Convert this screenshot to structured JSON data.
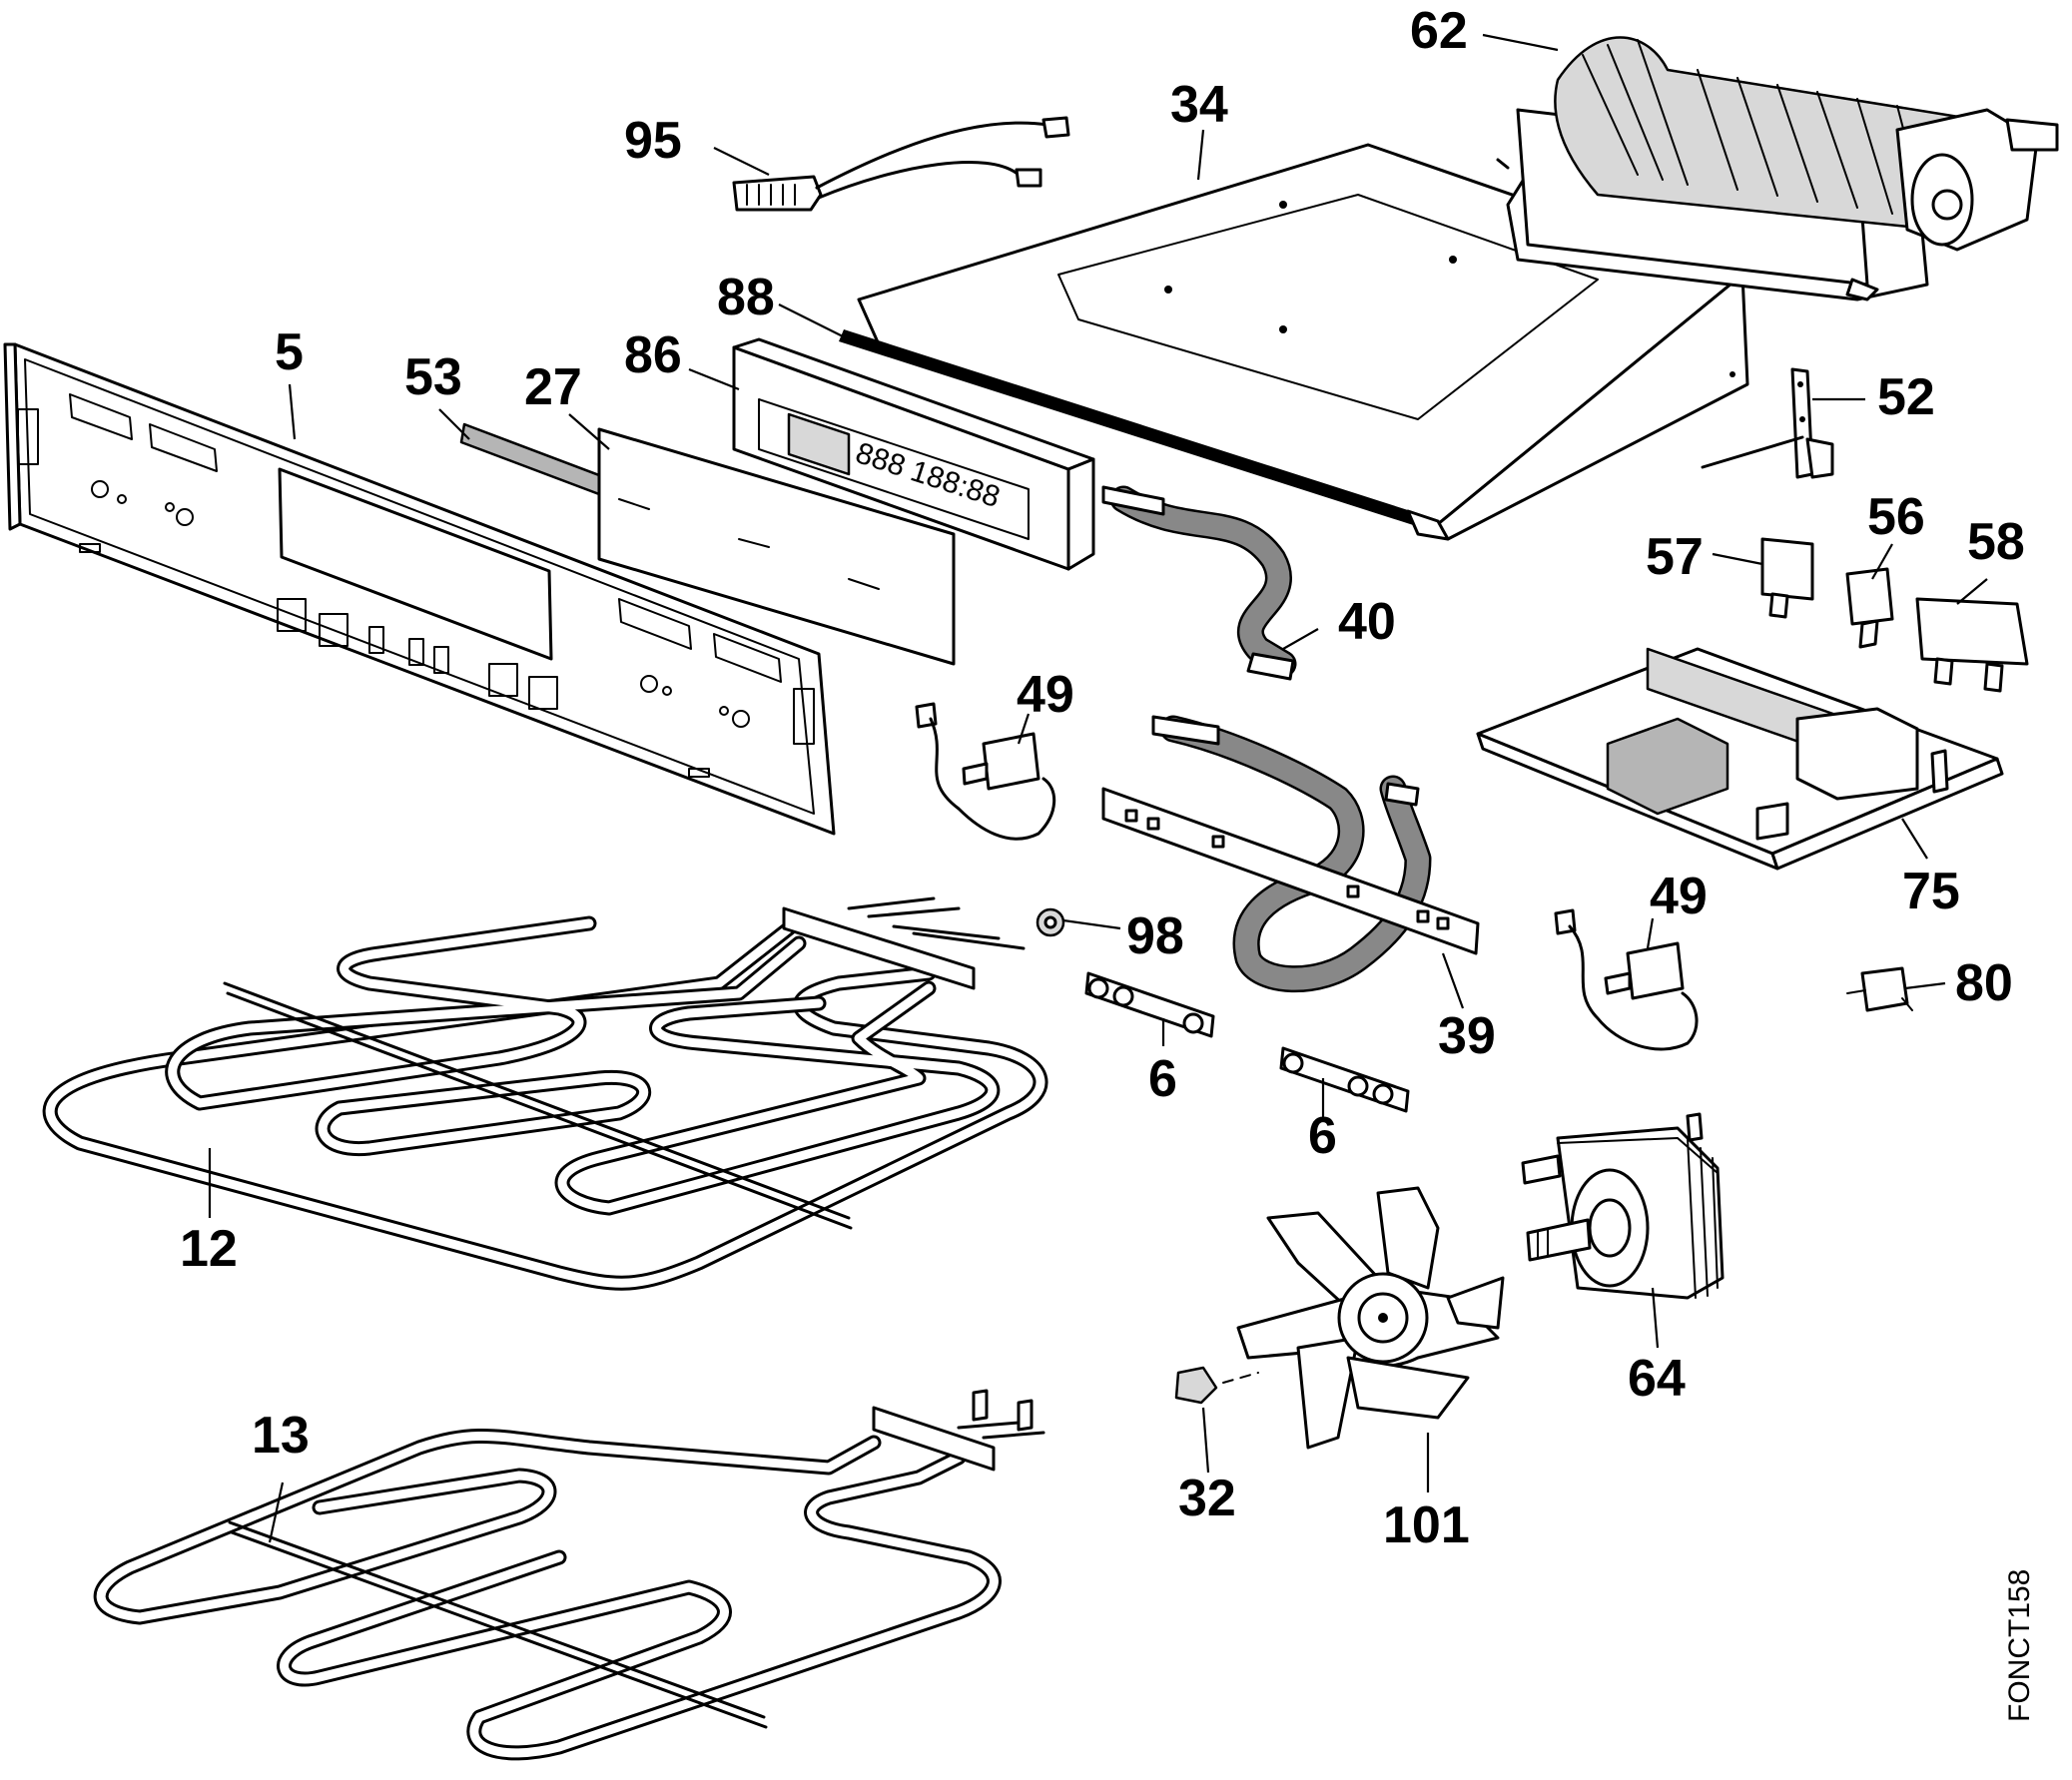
{
  "labels": {
    "l95": "95",
    "l62": "62",
    "l34": "34",
    "l88": "88",
    "l5": "5",
    "l53": "53",
    "l27": "27",
    "l86": "86",
    "l52": "52",
    "l57": "57",
    "l56": "56",
    "l58": "58",
    "l40": "40",
    "l49a": "49",
    "l49b": "49",
    "l75": "75",
    "l98": "98",
    "l39": "39",
    "l80": "80",
    "l6a": "6",
    "l6b": "6",
    "l12": "12",
    "l13": "13",
    "l64": "64",
    "l32": "32",
    "l101": "101"
  },
  "display": {
    "left": "888",
    "right": "188:88"
  },
  "figure_code": "FONCT158"
}
